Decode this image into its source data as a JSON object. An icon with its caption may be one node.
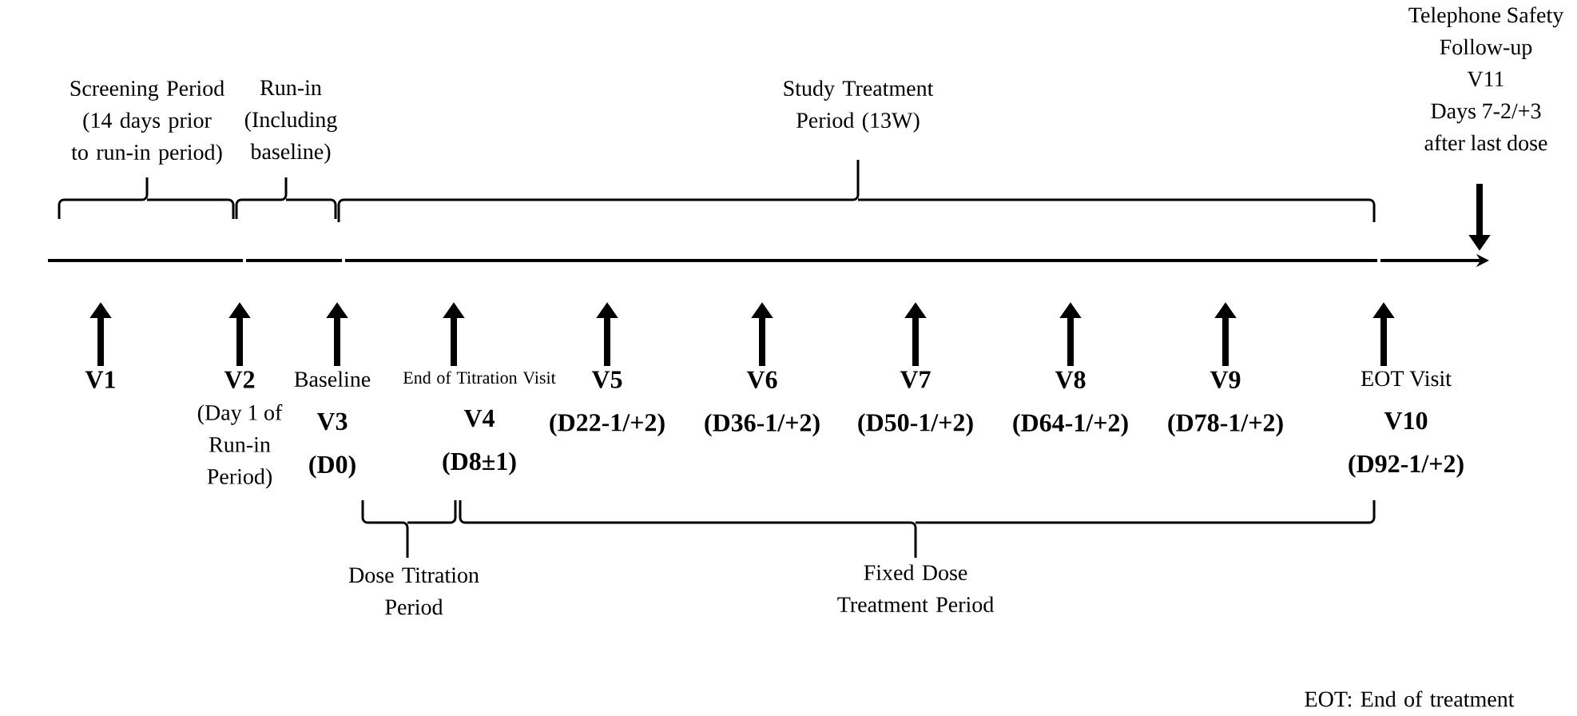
{
  "diagram": {
    "nodes": [
      {
        "text": [
          "V1"
        ]
      },
      {
        "text": [
          "V2",
          "(Day 1 of Run-in Period)"
        ]
      },
      {
        "text": [
          "Baseline",
          "V3",
          "(D0)"
        ]
      },
      {
        "text": [
          "End of Titration Visit",
          "V4",
          "(D8±1)"
        ]
      },
      {
        "text": [
          "V5",
          "(D22-1/+2)"
        ]
      },
      {
        "text": [
          "V6",
          "(D36-1/+2)"
        ]
      },
      {
        "text": [
          "V7",
          "(D50-1/+2)"
        ]
      },
      {
        "text": [
          "V8",
          "(D64-1/+2)"
        ]
      },
      {
        "text": [
          "V9",
          "(D78-1/+2)"
        ]
      },
      {
        "text": [
          "EOT Visit",
          "V10",
          "(D92-1/+2)"
        ]
      },
      {
        "text": [
          "Telephone Safety Follow-up",
          "V11",
          "Days 7-2/+3 after last dose"
        ]
      }
    ],
    "edges": [
      {
        "from": 0,
        "to": null,
        "arrow": "to"
      },
      {
        "from": 1,
        "to": null,
        "arrow": "to"
      },
      {
        "from": 2,
        "to": null,
        "arrow": "to"
      },
      {
        "from": 3,
        "to": null,
        "arrow": "to"
      },
      {
        "from": 4,
        "to": null,
        "arrow": "to"
      },
      {
        "from": 5,
        "to": null,
        "arrow": "to"
      },
      {
        "from": 6,
        "to": null,
        "arrow": "to"
      },
      {
        "from": 7,
        "to": null,
        "arrow": "to"
      },
      {
        "from": 8,
        "to": null,
        "arrow": "to"
      },
      {
        "from": 9,
        "to": null,
        "arrow": "to"
      },
      {
        "from": 10,
        "to": null,
        "arrow": "to"
      }
    ],
    "labels": [
      "Screening Period (14 days prior to run-in period)",
      "Run-in (Including baseline)",
      "Study Treatment Period (13W)",
      "Dose Titration Period",
      "Fixed Dose Treatment Period",
      "EOT: End of treatment"
    ]
  }
}
